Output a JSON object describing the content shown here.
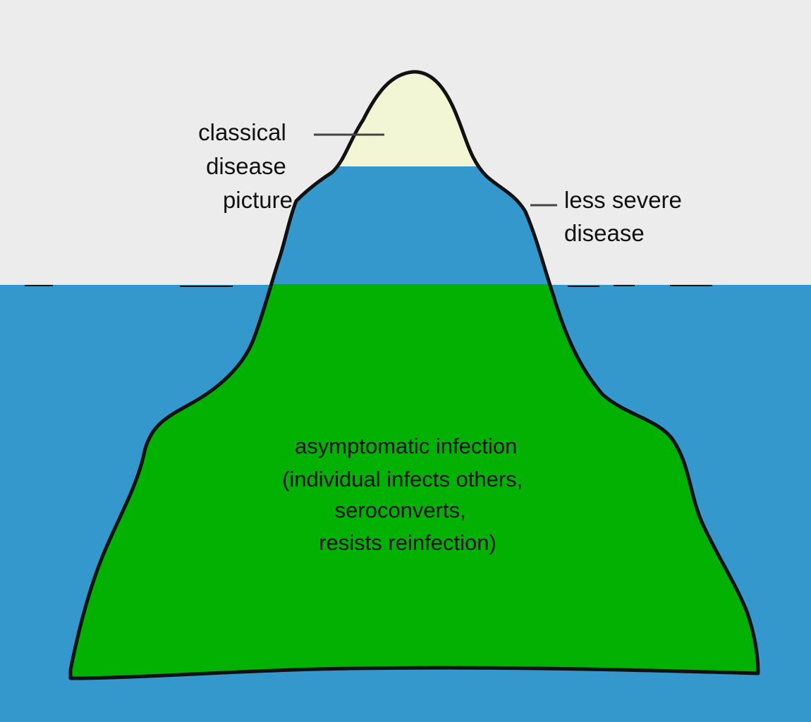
{
  "diagram": {
    "colors": {
      "sky": "#ececec",
      "water": "#3598cc",
      "submerged_zone": "#02b101",
      "middle_zone": "#3598cc",
      "tip_zone": "#f3f6d4",
      "outline": "#111111"
    },
    "labels": {
      "classical": [
        "classical",
        "disease",
        "picture"
      ],
      "less_severe": [
        "less severe",
        "disease"
      ],
      "asymptomatic": [
        "asymptomatic infection",
        "(individual infects others,",
        "seroconverts,",
        "resists reinfection)"
      ]
    }
  }
}
